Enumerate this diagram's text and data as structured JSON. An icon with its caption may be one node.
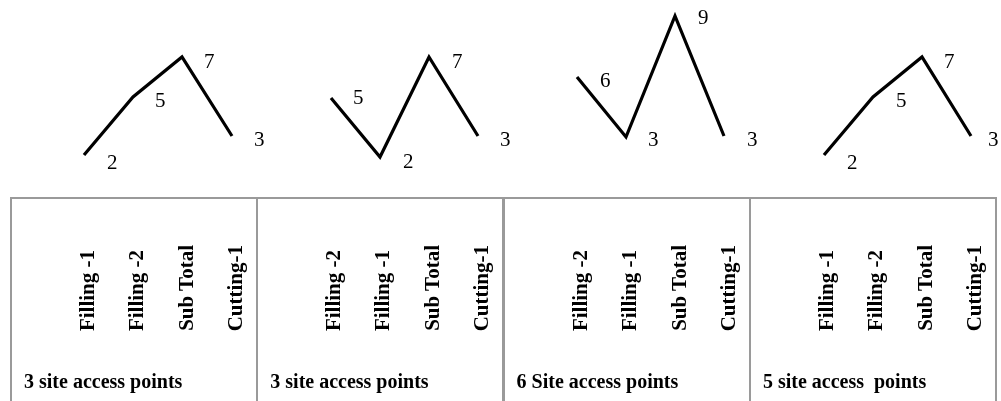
{
  "diagram": {
    "nodes": [
      {
        "text": [
          "Filling -1",
          "Filling -2",
          "Sub Total",
          "Cutting-1",
          "3 site access points"
        ]
      },
      {
        "text": [
          "Filling -2",
          "Filling -1",
          "Sub Total",
          "Cutting-1",
          "3 site access points"
        ]
      },
      {
        "text": [
          "Filling -2",
          "Filling -1",
          "Sub Total",
          "Cutting-1",
          "6 Site access points"
        ]
      },
      {
        "text": [
          "Filling -1",
          "Filling -2",
          "Sub Total",
          "Cutting-1",
          "5 site access  points"
        ]
      }
    ],
    "labels": [
      "9",
      "7",
      "7",
      "7",
      "6",
      "5",
      "5",
      "5",
      "3",
      "3",
      "3",
      "3",
      "3",
      "2",
      "2",
      "2"
    ]
  }
}
